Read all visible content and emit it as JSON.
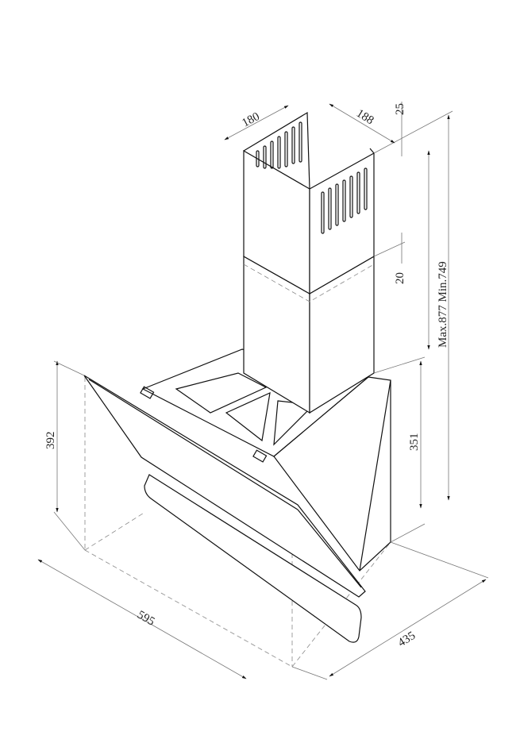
{
  "drawing": {
    "dimensions": {
      "chimney_width": "180",
      "chimney_depth": "188",
      "top_gap": "25",
      "overlap": "20",
      "total_height": "Max.877 Min.749",
      "hood_height_front": "392",
      "hood_height_back": "351",
      "width": "595",
      "depth": "435"
    }
  }
}
